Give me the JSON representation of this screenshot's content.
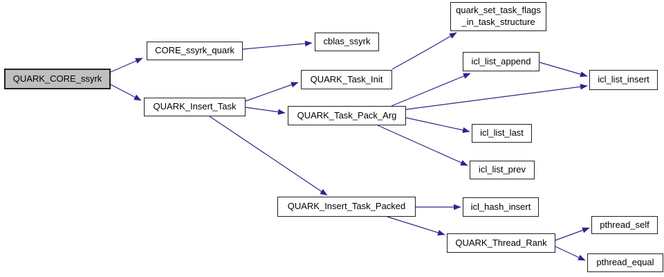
{
  "theme": {
    "edge_color": "#26268b",
    "node_border": "#1f1f1f",
    "node_fill": "#ffffff",
    "node_highlight_fill": "#bfbfbf",
    "text_color": "#000000",
    "background": "#ffffff"
  },
  "diagram_type": "call-graph",
  "nodes": {
    "quark_core_ssyrk": {
      "label": "QUARK_CORE_ssyrk",
      "highlighted": true
    },
    "core_ssyrk_quark": {
      "label": "CORE_ssyrk_quark"
    },
    "cblas_ssyrk": {
      "label": "cblas_ssyrk"
    },
    "quark_insert_task": {
      "label": "QUARK_Insert_Task"
    },
    "quark_task_init": {
      "label": "QUARK_Task_Init"
    },
    "quark_task_pack_arg": {
      "label": "QUARK_Task_Pack_Arg"
    },
    "quark_set_task_flags": {
      "label": "quark_set_task_flags\n_in_task_structure"
    },
    "icl_list_append": {
      "label": "icl_list_append"
    },
    "icl_list_insert": {
      "label": "icl_list_insert"
    },
    "icl_list_last": {
      "label": "icl_list_last"
    },
    "icl_list_prev": {
      "label": "icl_list_prev"
    },
    "quark_insert_task_packed": {
      "label": "QUARK_Insert_Task_Packed"
    },
    "icl_hash_insert": {
      "label": "icl_hash_insert"
    },
    "quark_thread_rank": {
      "label": "QUARK_Thread_Rank"
    },
    "pthread_self": {
      "label": "pthread_self"
    },
    "pthread_equal": {
      "label": "pthread_equal"
    }
  },
  "edges": [
    {
      "from": "QUARK_CORE_ssyrk",
      "to": "CORE_ssyrk_quark"
    },
    {
      "from": "QUARK_CORE_ssyrk",
      "to": "QUARK_Insert_Task"
    },
    {
      "from": "CORE_ssyrk_quark",
      "to": "cblas_ssyrk"
    },
    {
      "from": "QUARK_Insert_Task",
      "to": "QUARK_Task_Init"
    },
    {
      "from": "QUARK_Insert_Task",
      "to": "QUARK_Task_Pack_Arg"
    },
    {
      "from": "QUARK_Insert_Task",
      "to": "QUARK_Insert_Task_Packed"
    },
    {
      "from": "QUARK_Task_Init",
      "to": "quark_set_task_flags_in_task_structure"
    },
    {
      "from": "QUARK_Task_Pack_Arg",
      "to": "icl_list_append"
    },
    {
      "from": "QUARK_Task_Pack_Arg",
      "to": "icl_list_insert"
    },
    {
      "from": "QUARK_Task_Pack_Arg",
      "to": "icl_list_last"
    },
    {
      "from": "QUARK_Task_Pack_Arg",
      "to": "icl_list_prev"
    },
    {
      "from": "icl_list_append",
      "to": "icl_list_insert"
    },
    {
      "from": "QUARK_Insert_Task_Packed",
      "to": "icl_hash_insert"
    },
    {
      "from": "QUARK_Insert_Task_Packed",
      "to": "QUARK_Thread_Rank"
    },
    {
      "from": "QUARK_Thread_Rank",
      "to": "pthread_self"
    },
    {
      "from": "QUARK_Thread_Rank",
      "to": "pthread_equal"
    }
  ]
}
